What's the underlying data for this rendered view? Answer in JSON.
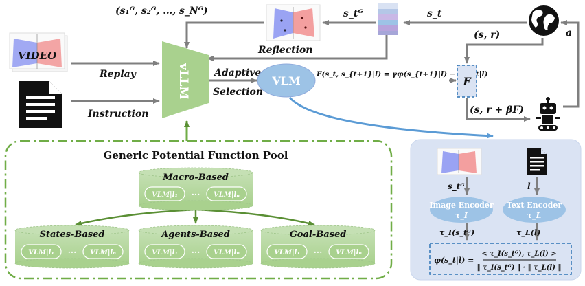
{
  "top": {
    "subgoal_sequence": "(s₁ᴳ, s₂ᴳ, …, s_Nᴳ)",
    "subgoal_state": "s_tᴳ",
    "state": "s_t",
    "env_feedback": "(s, r)",
    "action": "a",
    "shaped_reward": "(s, r + βF)",
    "f_node": "F",
    "potential_formula": "F(s_t, s_{t+1}|l) = γφ(s_{t+1}|l) − φ(s_t|l)"
  },
  "left": {
    "video_label": "VIDEO",
    "replay_label": "Replay",
    "instruction_label": "Instruction",
    "vllm_label": "vLLM",
    "reflection_label": "Reflection",
    "adaptive_label": "Adaptive",
    "selection_label": "Selection",
    "vlm_label": "VLM"
  },
  "pool": {
    "title": "Generic Potential Function Pool",
    "macro": {
      "title": "Macro-Based",
      "left": "VLM|l₁",
      "dots": "···",
      "right": "VLM|lₙ"
    },
    "states": {
      "title": "States-Based",
      "left": "VLM|l₁",
      "dots": "···",
      "right": "VLM|lₙ"
    },
    "agents": {
      "title": "Agents-Based",
      "left": "VLM|l₁",
      "dots": "···",
      "right": "VLM|lₙ"
    },
    "goal": {
      "title": "Goal-Based",
      "left": "VLM|l₁",
      "dots": "···",
      "right": "VLM|lₙ"
    }
  },
  "panel": {
    "img_input": "s_tᴳ",
    "text_input": "l",
    "image_encoder": "Image Encoder",
    "image_encoder_sym": "τ_I",
    "text_encoder": "Text Encoder",
    "text_encoder_sym": "τ_L",
    "img_emb": "τ_I(s_tᴳ)",
    "text_emb": "τ_L(l)",
    "phi_lhs": "φ(s_t|l) =",
    "phi_num": "< τ_I(s_tᴳ), τ_L(l) >",
    "phi_den": "‖ τ_I(s_tᴳ) ‖ · ‖ τ_L(l) ‖"
  },
  "colors": {
    "green": "#70ad47",
    "light_green": "#a9d18e",
    "blue_ellipse": "#8faadc",
    "panel_bg": "#dae3f3",
    "arrow_gray": "#7f7f7f",
    "dashed_blue": "#2e75b6"
  }
}
